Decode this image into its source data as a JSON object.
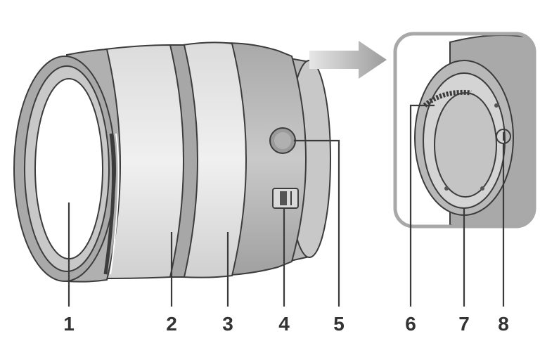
{
  "callouts": [
    {
      "id": "1",
      "label": "1"
    },
    {
      "id": "2",
      "label": "2"
    },
    {
      "id": "3",
      "label": "3"
    },
    {
      "id": "4",
      "label": "4"
    },
    {
      "id": "5",
      "label": "5"
    },
    {
      "id": "6",
      "label": "6"
    },
    {
      "id": "7",
      "label": "7"
    },
    {
      "id": "8",
      "label": "8"
    }
  ],
  "colors": {
    "outline": "#3c3c3c",
    "dark_gray": "#9a9a9a",
    "mid_gray": "#bdbdbd",
    "light_gray": "#d9d9d9",
    "pale": "#ececec",
    "arrow": "#a9a9a9",
    "inset_frame": "#a8a8a8"
  }
}
